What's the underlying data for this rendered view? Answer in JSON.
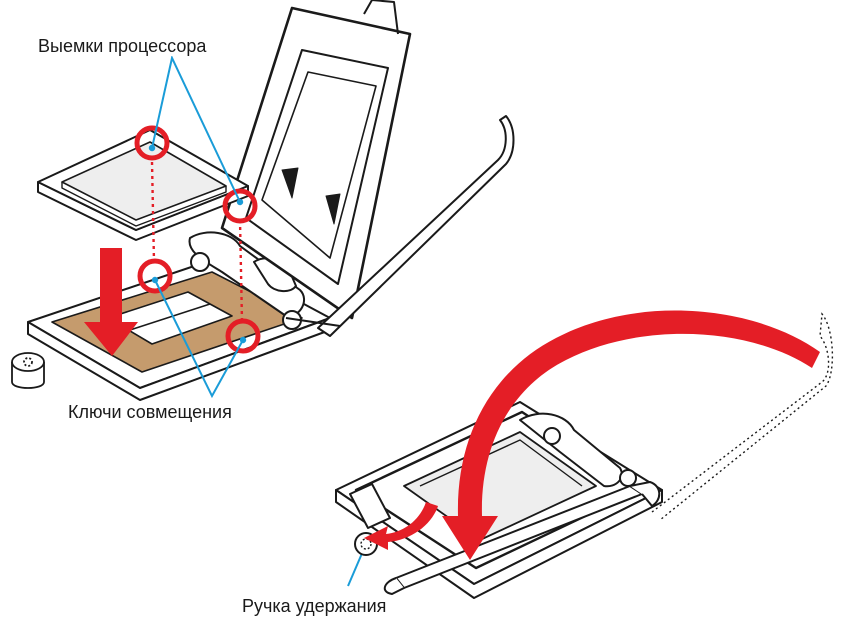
{
  "labels": {
    "cpu_notches": "Выемки процессора",
    "alignment_keys": "Ключи совмещения",
    "retention_lever": "Ручка удержания"
  },
  "colors": {
    "line": "#1a1a1a",
    "callout": "#1a9cd8",
    "highlight": "#e41e26",
    "socket_pad": "#c59b6d",
    "cpu_fill": "#eeeeee",
    "metal_fill": "#ffffff"
  }
}
